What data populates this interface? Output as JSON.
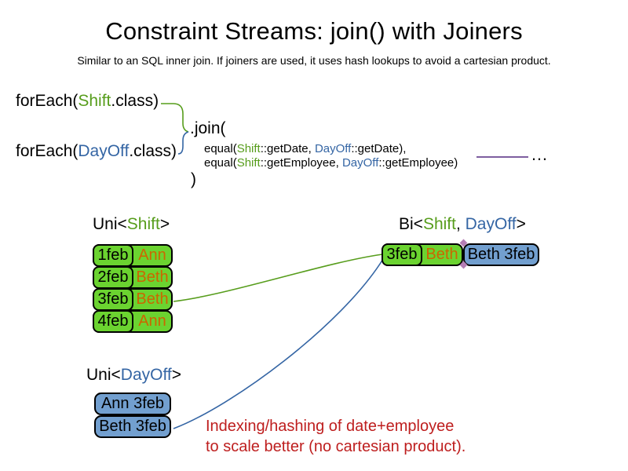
{
  "slide": {
    "title": "Constraint Streams: join() with Joiners",
    "subtitle": "Similar to an SQL inner join. If joiners are used, it uses hash lookups to avoid a cartesian product."
  },
  "code": {
    "foreach_shift": {
      "pre": "forEach(",
      "cls": "Shift",
      "post": ".class)"
    },
    "foreach_dayoff": {
      "pre": "forEach(",
      "cls": "DayOff",
      "post": ".class)"
    },
    "join_open": ".join(",
    "joiner_date": {
      "pre": "equal(",
      "left_type": "Shift",
      "left_rest": "::getDate, ",
      "right_type": "DayOff",
      "right_rest": "::getDate),"
    },
    "joiner_employee": {
      "pre": "equal(",
      "left_type": "Shift",
      "left_rest": "::getEmployee, ",
      "right_type": "DayOff",
      "right_rest": "::getEmployee)"
    },
    "join_close": ")",
    "ellipsis": "…"
  },
  "tables": {
    "uni_shift": {
      "label": {
        "pre": "Uni<",
        "type": "Shift",
        "post": ">"
      },
      "rows": [
        {
          "date": "1feb",
          "employee": "Ann"
        },
        {
          "date": "2feb",
          "employee": "Beth"
        },
        {
          "date": "3feb",
          "employee": "Beth"
        },
        {
          "date": "4feb",
          "employee": "Ann"
        }
      ]
    },
    "bi_shift_dayoff": {
      "label": {
        "pre": "Bi<",
        "shift": "Shift",
        "sep": ", ",
        "dayoff": "DayOff",
        "post": ">"
      },
      "row": {
        "shift_date": "3feb",
        "shift_employee": "Beth",
        "dayoff": "Beth 3feb"
      }
    },
    "uni_dayoff": {
      "label": {
        "pre": "Uni<",
        "type": "DayOff",
        "post": ">"
      },
      "rows": [
        {
          "text": "Ann 3feb"
        },
        {
          "text": "Beth 3feb"
        }
      ]
    }
  },
  "note": {
    "line1": "Indexing/hashing of date+employee",
    "line2": "to scale better (no cartesian product)."
  },
  "colors": {
    "green": "#579D1C",
    "blue": "#3465A4",
    "orange": "#CC6600",
    "red": "#BE1E1E",
    "purple": "#7E5FA0",
    "green_fill": "#6BD330",
    "blue_fill": "#729FCF"
  }
}
